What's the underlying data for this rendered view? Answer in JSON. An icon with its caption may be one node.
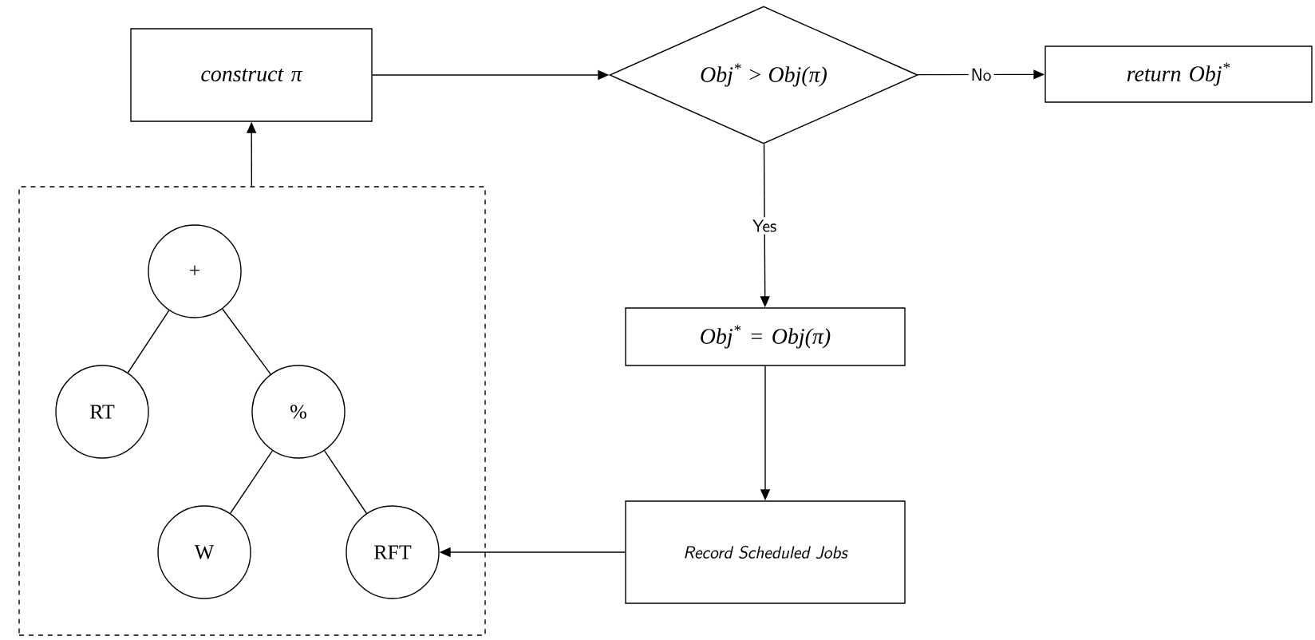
{
  "diagram": {
    "nodes": [
      {
        "text": [
          "construct π"
        ]
      },
      {
        "text": [
          "Obj$^{*}$ > Obj(π)"
        ]
      },
      {
        "text": [
          "return Obj$^{*}$"
        ]
      },
      {
        "text": [],
        "shape": "box"
      },
      {
        "text": [
          "+"
        ],
        "in": 3
      },
      {
        "text": [
          "RT"
        ],
        "in": 3
      },
      {
        "text": [
          "%"
        ],
        "in": 3
      },
      {
        "text": [
          "W"
        ],
        "in": 3
      },
      {
        "text": [
          "RFT"
        ],
        "in": 3
      },
      {
        "text": [
          "Obj$^{*}$ = Obj(π)"
        ]
      },
      {
        "text": [
          "Record Scheduled Jobs"
        ]
      }
    ],
    "edges": [
      {
        "from": 3,
        "to": 0,
        "arrow": "to"
      },
      {
        "from": 0,
        "to": 1,
        "arrow": "to"
      },
      {
        "from": 1,
        "to": 2,
        "arrow": "to",
        "label": "No"
      },
      {
        "from": 1,
        "to": 9,
        "arrow": "to",
        "label": "Yes"
      },
      {
        "from": 9,
        "to": 10,
        "arrow": "to"
      },
      {
        "from": 10,
        "to": 8,
        "arrow": "to"
      },
      {
        "from": 4,
        "to": 5,
        "arrow": "none"
      },
      {
        "from": 4,
        "to": 6,
        "arrow": "none"
      },
      {
        "from": 6,
        "to": 7,
        "arrow": "none"
      },
      {
        "from": 6,
        "to": 8,
        "arrow": "none"
      }
    ]
  }
}
